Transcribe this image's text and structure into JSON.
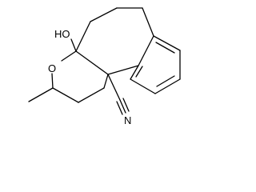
{
  "molecule": {
    "atom_labels": {
      "hydroxyl": "HO",
      "ring_oxygen": "O",
      "nitrile_nitrogen": "N"
    },
    "line_color": "#000000",
    "background_color": "#ffffff"
  }
}
